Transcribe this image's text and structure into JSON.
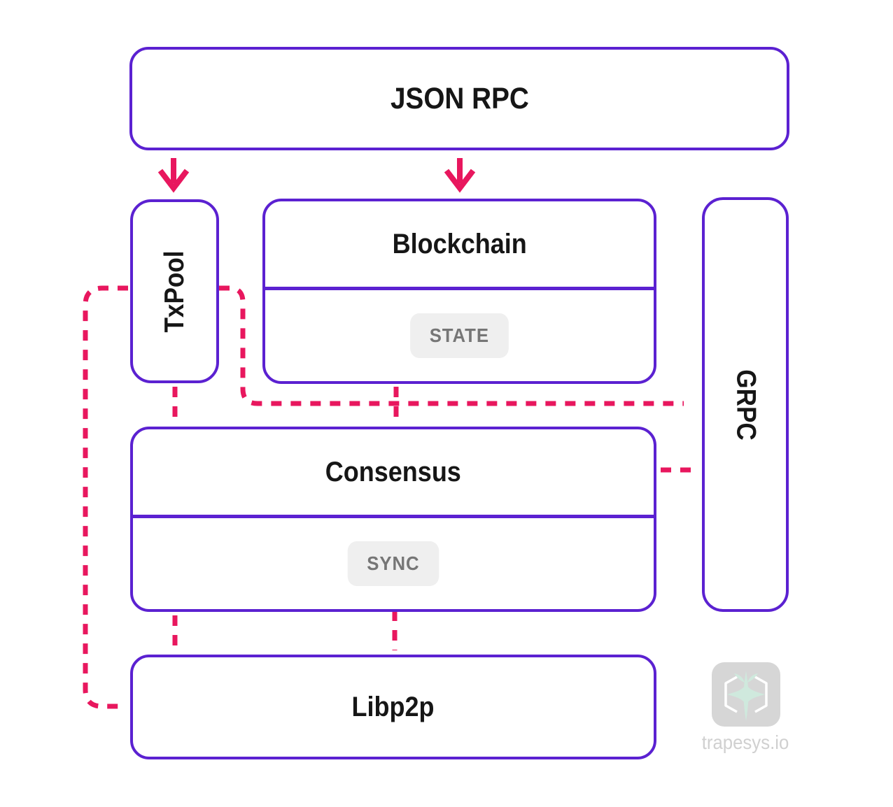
{
  "colors": {
    "node_border": "#5b21d1",
    "connector": "#e8175e",
    "label_text": "#161616",
    "pill_bg": "#efefef",
    "pill_text": "#767676",
    "logo_tile": "#d6d6d6",
    "logo_emblem": "#cfe9dd",
    "logo_hex": "#ffffff",
    "watermark_text": "#d0d0d0"
  },
  "nodes": {
    "json_rpc": {
      "label": "JSON RPC"
    },
    "txpool": {
      "label": "TxPool"
    },
    "blockchain": {
      "label": "Blockchain",
      "badge": "STATE"
    },
    "grpc": {
      "label": "GRPC"
    },
    "consensus": {
      "label": "Consensus",
      "badge": "SYNC"
    },
    "libp2p": {
      "label": "Libp2p"
    }
  },
  "branding": {
    "logo_icon": "trapesys-logo-icon",
    "watermark": "trapesys.io"
  }
}
